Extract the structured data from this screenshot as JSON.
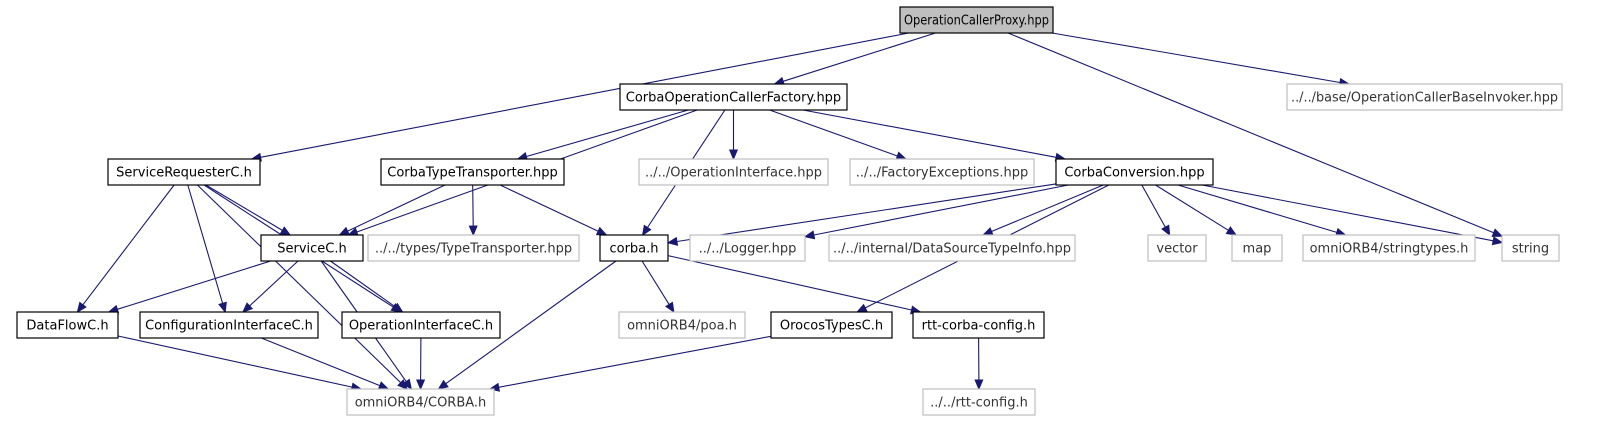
{
  "graph": {
    "nodes": [
      {
        "id": "root",
        "label": "OperationCallerProxy.hpp",
        "kind": "root"
      },
      {
        "id": "factory",
        "label": "CorbaOperationCallerFactory.hpp",
        "kind": "internal"
      },
      {
        "id": "invoker",
        "label": "../../base/OperationCallerBaseInvoker.hpp",
        "kind": "external"
      },
      {
        "id": "servreq",
        "label": "ServiceRequesterC.h",
        "kind": "internal"
      },
      {
        "id": "transporter",
        "label": "CorbaTypeTransporter.hpp",
        "kind": "internal"
      },
      {
        "id": "opiface",
        "label": "../../OperationInterface.hpp",
        "kind": "external"
      },
      {
        "id": "factexc",
        "label": "../../FactoryExceptions.hpp",
        "kind": "external"
      },
      {
        "id": "conversion",
        "label": "CorbaConversion.hpp",
        "kind": "internal"
      },
      {
        "id": "servicec",
        "label": "ServiceC.h",
        "kind": "internal"
      },
      {
        "id": "typetrans",
        "label": "../../types/TypeTransporter.hpp",
        "kind": "external"
      },
      {
        "id": "corbah",
        "label": "corba.h",
        "kind": "internal"
      },
      {
        "id": "logger",
        "label": "../../Logger.hpp",
        "kind": "external"
      },
      {
        "id": "dstinfo",
        "label": "../../internal/DataSourceTypeInfo.hpp",
        "kind": "external"
      },
      {
        "id": "vector",
        "label": "vector",
        "kind": "external"
      },
      {
        "id": "map",
        "label": "map",
        "kind": "external"
      },
      {
        "id": "stringtypes",
        "label": "omniORB4/stringtypes.h",
        "kind": "external"
      },
      {
        "id": "string",
        "label": "string",
        "kind": "external"
      },
      {
        "id": "dataflowc",
        "label": "DataFlowC.h",
        "kind": "internal"
      },
      {
        "id": "configc",
        "label": "ConfigurationInterfaceC.h",
        "kind": "internal"
      },
      {
        "id": "opifacec",
        "label": "OperationInterfaceC.h",
        "kind": "internal"
      },
      {
        "id": "poa",
        "label": "omniORB4/poa.h",
        "kind": "external"
      },
      {
        "id": "orocos",
        "label": "OrocosTypesC.h",
        "kind": "internal"
      },
      {
        "id": "rttcfg",
        "label": "rtt-corba-config.h",
        "kind": "internal"
      },
      {
        "id": "corbaorb",
        "label": "omniORB4/CORBA.h",
        "kind": "external"
      },
      {
        "id": "rttconfig",
        "label": "../../rtt-config.h",
        "kind": "external"
      }
    ],
    "edges": [
      [
        "root",
        "factory"
      ],
      [
        "root",
        "servreq"
      ],
      [
        "root",
        "invoker"
      ],
      [
        "root",
        "string"
      ],
      [
        "factory",
        "servicec"
      ],
      [
        "factory",
        "transporter"
      ],
      [
        "factory",
        "opiface"
      ],
      [
        "factory",
        "factexc"
      ],
      [
        "factory",
        "conversion"
      ],
      [
        "factory",
        "corbah"
      ],
      [
        "servreq",
        "servicec"
      ],
      [
        "servreq",
        "dataflowc"
      ],
      [
        "servreq",
        "configc"
      ],
      [
        "servreq",
        "opifacec"
      ],
      [
        "servreq",
        "corbaorb"
      ],
      [
        "transporter",
        "servicec"
      ],
      [
        "transporter",
        "typetrans"
      ],
      [
        "transporter",
        "corbah"
      ],
      [
        "conversion",
        "corbah"
      ],
      [
        "conversion",
        "logger"
      ],
      [
        "conversion",
        "dstinfo"
      ],
      [
        "conversion",
        "vector"
      ],
      [
        "conversion",
        "map"
      ],
      [
        "conversion",
        "stringtypes"
      ],
      [
        "conversion",
        "string"
      ],
      [
        "conversion",
        "orocos"
      ],
      [
        "servicec",
        "dataflowc"
      ],
      [
        "servicec",
        "configc"
      ],
      [
        "servicec",
        "opifacec"
      ],
      [
        "servicec",
        "corbaorb"
      ],
      [
        "corbah",
        "poa"
      ],
      [
        "corbah",
        "corbaorb"
      ],
      [
        "corbah",
        "rttcfg"
      ],
      [
        "dataflowc",
        "corbaorb"
      ],
      [
        "configc",
        "corbaorb"
      ],
      [
        "opifacec",
        "corbaorb"
      ],
      [
        "orocos",
        "corbaorb"
      ],
      [
        "rttcfg",
        "rttconfig"
      ]
    ]
  }
}
